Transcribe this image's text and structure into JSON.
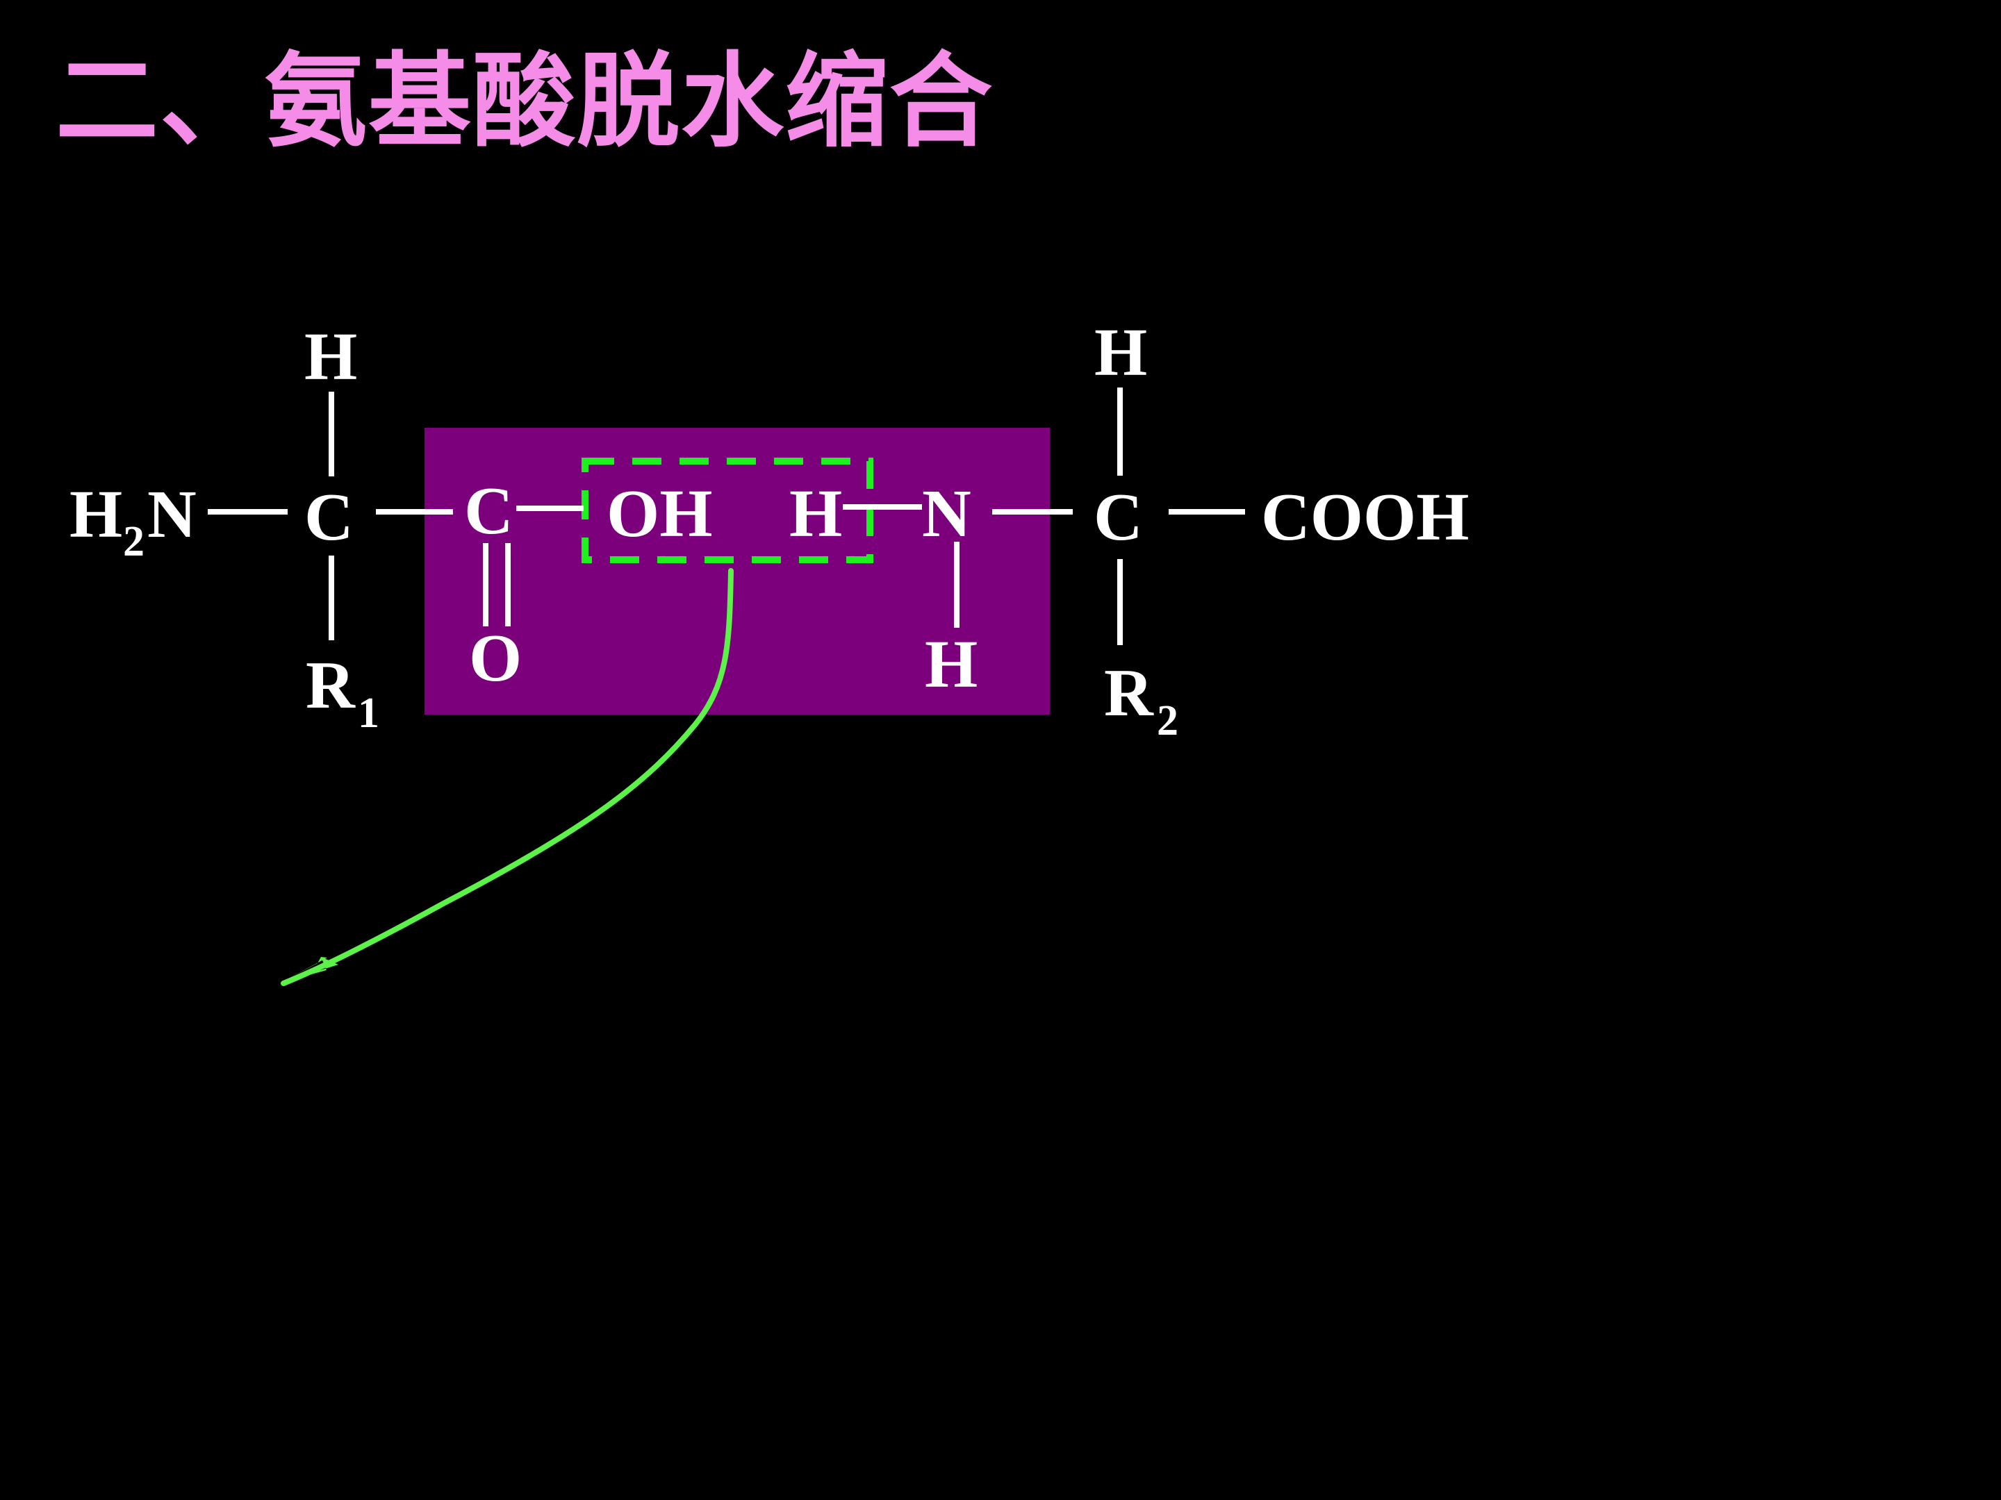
{
  "slide": {
    "title": "二、氨基酸脱水缩合"
  },
  "molecule": {
    "atoms": {
      "h2n_h": "H",
      "h2n_sub": "2",
      "h2n_n": "N",
      "c1": "C",
      "c2": "C",
      "oh": "OH",
      "h_left": "H",
      "n": "N",
      "c3": "C",
      "cooh": "COOH",
      "h_top_left": "H",
      "h_top_right": "H",
      "o_carbonyl": "O",
      "h_amide": "H",
      "r1": "R",
      "r1_sub": "1",
      "r2": "R",
      "r2_sub": "2"
    }
  },
  "colors": {
    "background": "#000000",
    "title": "#f48ce8",
    "highlight_box": "#7c007c",
    "dashed_box": "#1ff01f",
    "arrow": "#5cf24a",
    "atoms": "#ffffff"
  }
}
